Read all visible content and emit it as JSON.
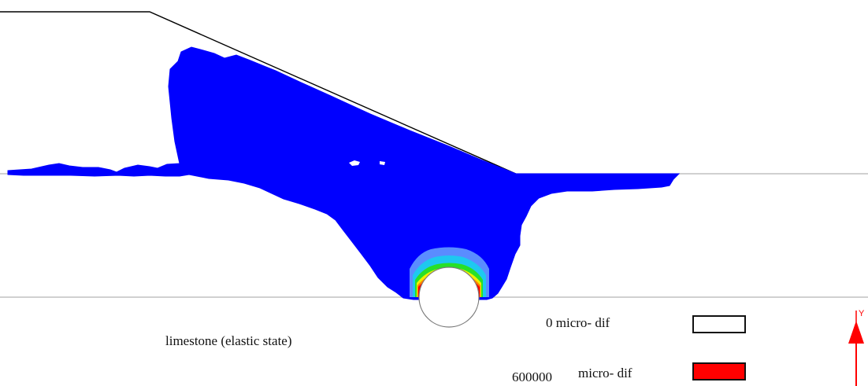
{
  "figure": {
    "material_label": "limestone (elastic state)",
    "legend": [
      {
        "value_text": "0",
        "unit_text": "micro- dif",
        "swatch_color": "#ffffff"
      },
      {
        "value_text": "600000",
        "unit_text": "micro- dif",
        "swatch_color": "#ff0000"
      }
    ],
    "axis_label": "Y",
    "colors": {
      "plastic_zone": "#0000ff",
      "ring_cyan": "#1ec8f0",
      "ring_green": "#28e028",
      "ring_yellow": "#f0f000",
      "ring_orange": "#ff8000",
      "ring_red": "#ff0000",
      "ring_lightblue": "#5a8cff",
      "arrow": "#ff0000",
      "outline": "#000000",
      "layer_line": "#b4b4b4"
    }
  }
}
